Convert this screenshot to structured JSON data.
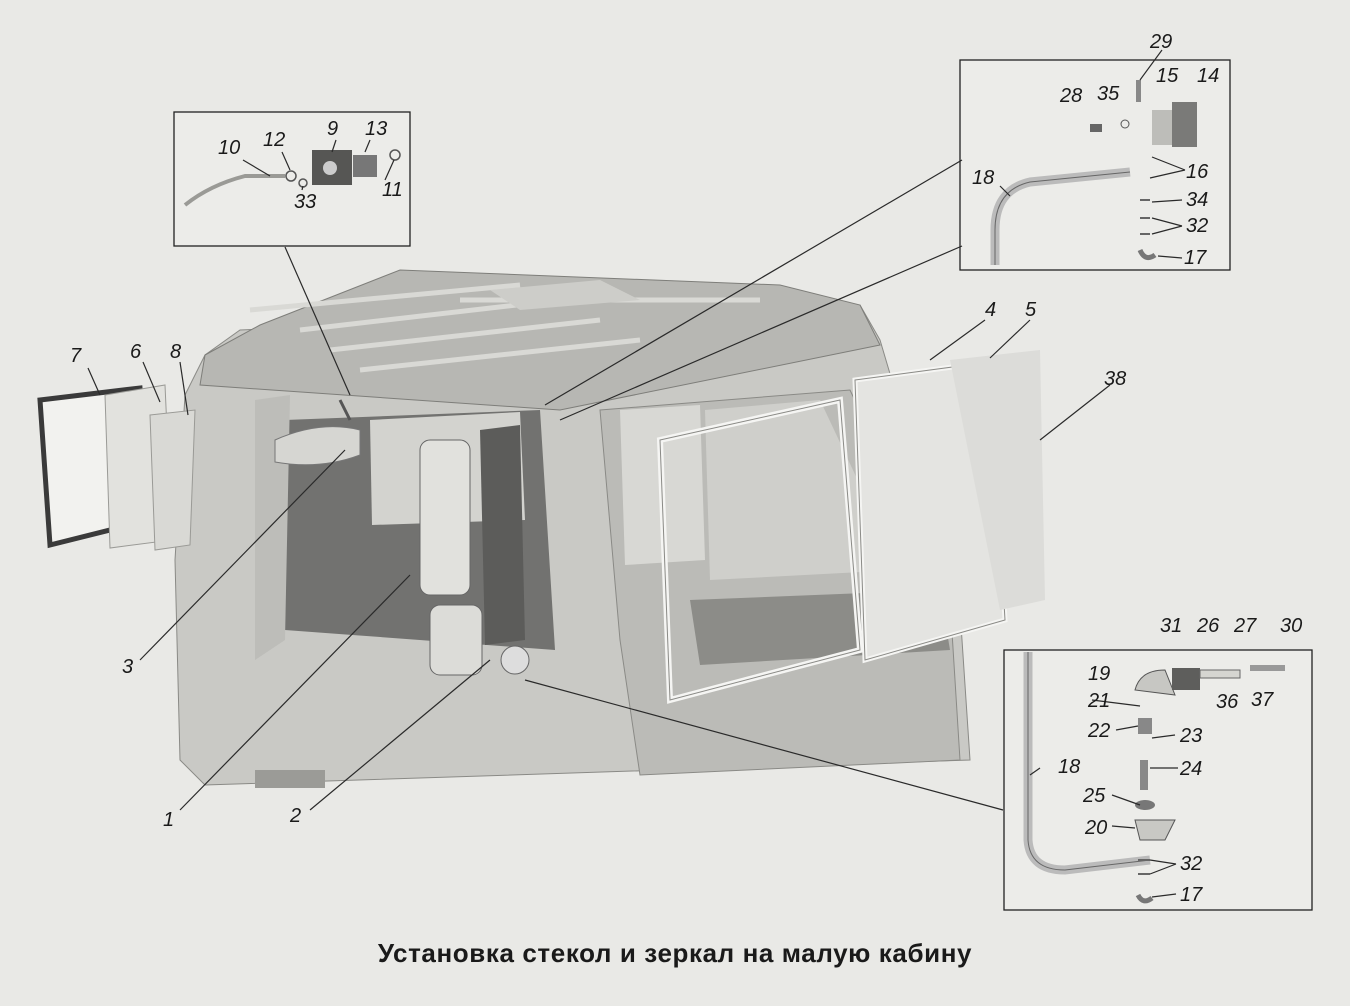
{
  "caption": "Установка стекол и зеркал на малую кабину",
  "callouts": {
    "n1": "1",
    "n2": "2",
    "n3": "3",
    "n4": "4",
    "n5": "5",
    "n6": "6",
    "n7": "7",
    "n8": "8",
    "n9": "9",
    "n10": "10",
    "n11": "11",
    "n12": "12",
    "n13": "13",
    "n14": "14",
    "n15": "15",
    "n16": "16",
    "n17a": "17",
    "n17b": "17",
    "n18a": "18",
    "n18b": "18",
    "n19": "19",
    "n20": "20",
    "n21": "21",
    "n22": "22",
    "n23": "23",
    "n24": "24",
    "n25": "25",
    "n26": "26",
    "n27": "27",
    "n28": "28",
    "n29": "29",
    "n30": "30",
    "n31": "31",
    "n32a": "32",
    "n32b": "32",
    "n33": "33",
    "n34": "34",
    "n35": "35",
    "n36": "36",
    "n37": "37",
    "n38": "38"
  },
  "colors": {
    "background": "#e9e9e6",
    "cab_body": "#c7c7c3",
    "cab_shade": "#a9a9a5",
    "roof": "#b5b5b1",
    "interior": "#6f6f6b",
    "glass": "#dededb",
    "line": "#2a2a2a"
  }
}
